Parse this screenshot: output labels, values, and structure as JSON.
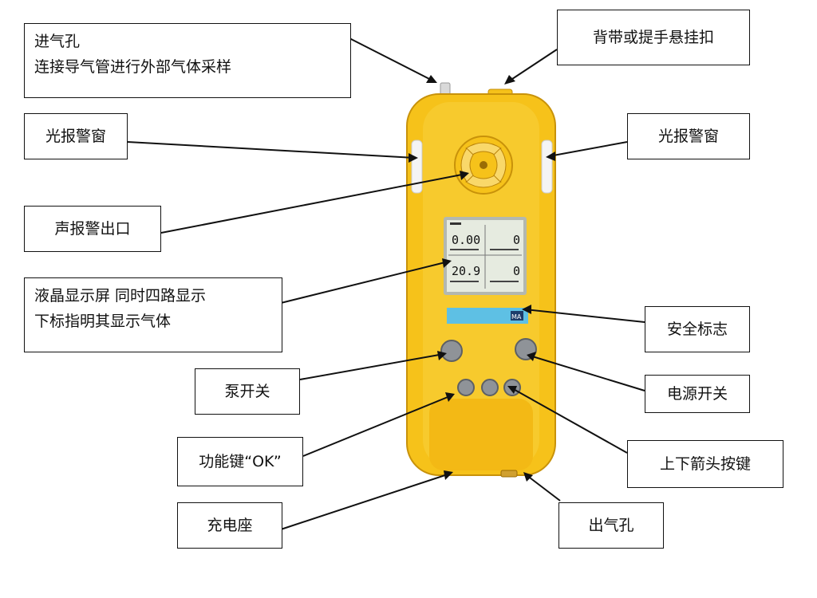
{
  "labels": {
    "inlet_title": "进气孔",
    "inlet_desc": "连接导气管进行外部气体采样",
    "strap": "背带或提手悬挂扣",
    "light_left": "光报警窗",
    "light_right": "光报警窗",
    "sound": "声报警出口",
    "lcd_title": "液晶显示屏 同时四路显示",
    "lcd_desc": "下标指明其显示气体",
    "safety": "安全标志",
    "pump": "泵开关",
    "power": "电源开关",
    "ok_key": "功能键“OK”",
    "arrow_keys": "上下箭头按键",
    "charger": "充电座",
    "outlet": "出气孔"
  },
  "display": {
    "r1_left": "0.00",
    "r1_right": "0",
    "r2_left": "20.9",
    "r2_right": "0",
    "safety_mark": "MA"
  },
  "colors": {
    "device_body": "#f6c21a",
    "device_shade": "#e0a30c",
    "lcd_bg": "#e6ebe0",
    "safety_strip": "#5ec0e4",
    "button": "#8f9398"
  }
}
